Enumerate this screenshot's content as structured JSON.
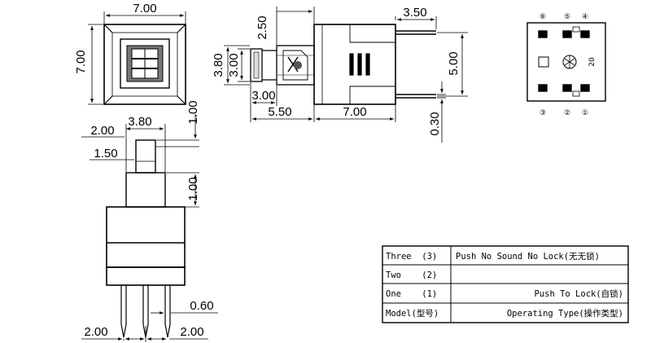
{
  "dimensions": {
    "top_width": "7.00",
    "top_height": "7.00",
    "side_2_50": "2.50",
    "side_3_50": "3.50",
    "side_3_80": "3.80",
    "side_3_00_vertical": "3.00",
    "side_5_00": "5.00",
    "side_3_00_horizontal": "3.00",
    "side_5_50": "5.50",
    "side_7_00": "7.00",
    "side_0_30": "0.30",
    "front_2_00_top": "2.00",
    "front_3_80": "3.80",
    "front_1_50": "1.50",
    "front_1_00_top": "1.00",
    "front_1_00_mid": "1.00",
    "front_0_60": "0.60",
    "front_2_00_left": "2.00",
    "front_2_00_right": "2.00"
  },
  "bottom_view": {
    "pins_top": [
      "⑥",
      "⑤",
      "④"
    ],
    "pins_bottom": [
      "③",
      "②",
      "①"
    ],
    "mark": "20"
  },
  "table": {
    "rows": [
      {
        "model": "Three  (3)",
        "type": "Push No Sound No Lock(无无锁)"
      },
      {
        "model": "Two    (2)",
        "type": ""
      },
      {
        "model": "One    (1)",
        "type": "Push To Lock(自锁)"
      },
      {
        "model": "Model(型号)",
        "type": "Operating Type(操作类型)"
      }
    ]
  }
}
